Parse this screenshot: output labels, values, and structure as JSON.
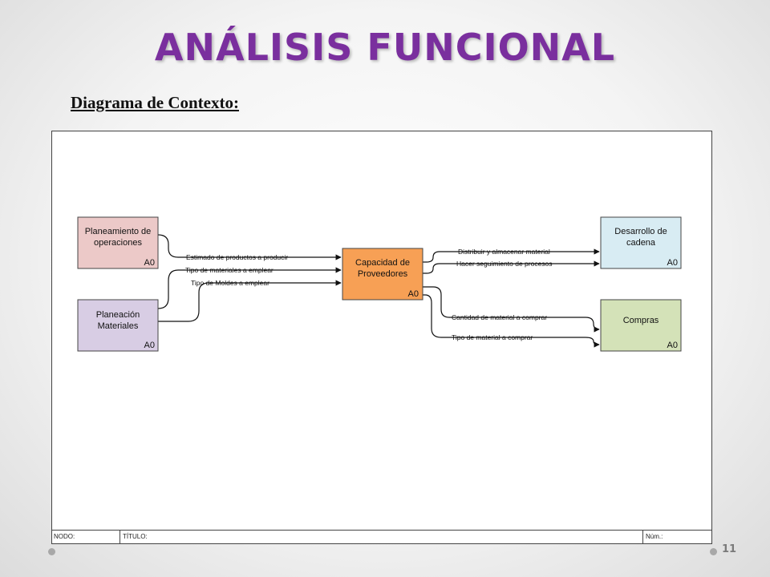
{
  "slide": {
    "title": "ANÁLISIS FUNCIONAL",
    "subtitle": "Diagrama de Contexto:",
    "page_number": "11"
  },
  "diagram": {
    "boxes": [
      {
        "id": "planeamiento",
        "label_lines": [
          "Planeamiento de",
          "operaciones"
        ],
        "code": "A0",
        "color": "#ecc9c8"
      },
      {
        "id": "planeacion",
        "label_lines": [
          "Planeación",
          "Materiales"
        ],
        "code": "A0",
        "color": "#d8cde4"
      },
      {
        "id": "capacidad",
        "label_lines": [
          "Capacidad de",
          "Proveedores"
        ],
        "code": "A0",
        "color": "#f7a055"
      },
      {
        "id": "desarrollo",
        "label_lines": [
          "Desarrollo de",
          "cadena"
        ],
        "code": "A0",
        "color": "#d8ecf3"
      },
      {
        "id": "compras",
        "label_lines": [
          "Compras"
        ],
        "code": "A0",
        "color": "#d4e2b8"
      }
    ],
    "arrows": {
      "estimado": "Estimado de productos a producir",
      "tipo_materiales": "Tipo de materiales a emplear",
      "tipo_moldes": "Tipo de Moldes a emplear",
      "distribuir": "Distribuir y almacenar material",
      "seguimiento": "Hacer seguimiento de procesos",
      "cantidad": "Cantidad de material a comprar",
      "tipo_material_comprar": "Tipo de material a comprar"
    }
  },
  "footer": {
    "nodo": "NODO:",
    "titulo": "TÍTULO:",
    "num": "Núm.:"
  }
}
